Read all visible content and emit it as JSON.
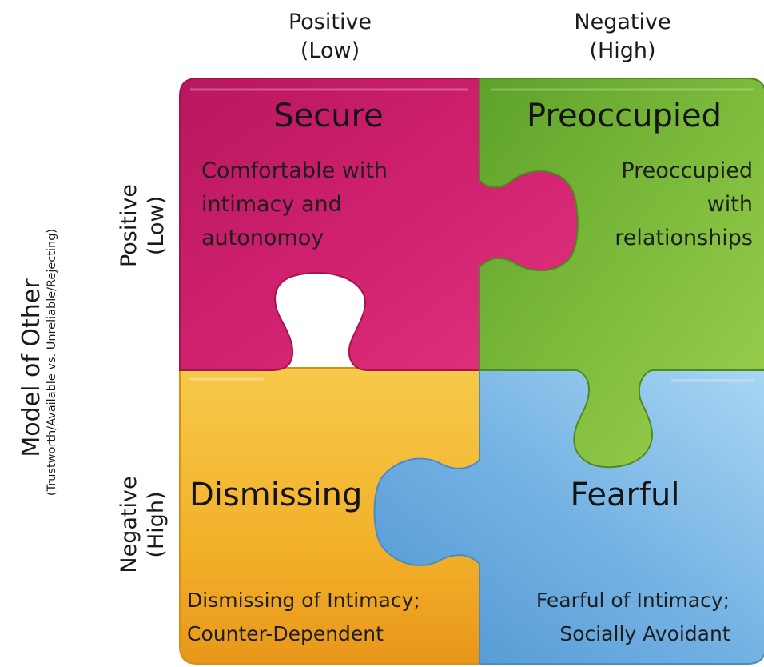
{
  "columns": [
    {
      "line1": "Positive",
      "line2": "(Low)"
    },
    {
      "line1": "Negative",
      "line2": "(High)"
    }
  ],
  "rows": [
    {
      "line1": "Positive",
      "line2": "(Low)"
    },
    {
      "line1": "Negative",
      "line2": "(High)"
    }
  ],
  "y_axis": {
    "title": "Model of Other",
    "subtitle": "(Trustworth/Available vs. Unreliable/Rejecting)"
  },
  "quadrants": {
    "secure": {
      "title": "Secure",
      "lines": [
        "Comfortable with",
        "intimacy and",
        "autonomoy"
      ],
      "color": "#cf2470"
    },
    "preoccupied": {
      "title": "Preoccupied",
      "lines": [
        "Preoccupied",
        "with",
        "relationships"
      ],
      "color": "#78b83a"
    },
    "dismissing": {
      "title": "Dismissing",
      "lines": [
        "Dismissing of Intimacy;",
        "Counter-Dependent"
      ],
      "color": "#f2b52e"
    },
    "fearful": {
      "title": "Fearful",
      "lines": [
        "Fearful of Intimacy;",
        "Socially Avoidant"
      ],
      "color": "#7bb6e4"
    }
  }
}
